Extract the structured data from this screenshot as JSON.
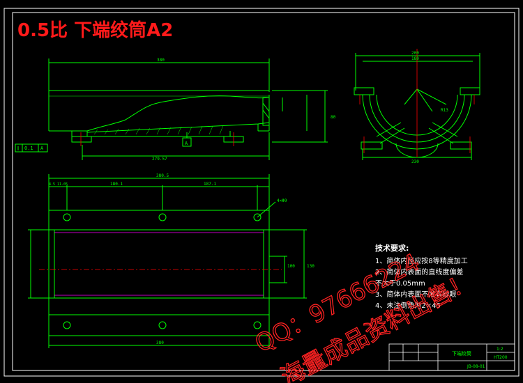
{
  "drawing": {
    "title": "0.5比 下端绞筒A2",
    "colors": {
      "background": "#000000",
      "outline": "#00ff00",
      "frame": "#ffffff",
      "center_line": "#ff0000",
      "hidden_line": "#ff00ff",
      "title_red": "#ff1a1a",
      "watermark": "#ff2222"
    }
  },
  "technical_requirements": {
    "heading": "技术要求:",
    "items": [
      "1、简体内径应按8等精度加工",
      "2、简体内表面的直线度偏差",
      "    不大于0.05mm",
      "3、简体内表面不准有砂眼",
      "4、未注倒角为2×45"
    ]
  },
  "watermark": {
    "line1": "QQ：97666224",
    "line2": "海量成品资料出售！"
  },
  "datum": {
    "tolerance_value": "0.1",
    "datum_letter": "A"
  },
  "title_block": {
    "part_name": "下端绞筒",
    "scale": "1:2",
    "material": "HT200",
    "drawing_number": "JB-08-01"
  },
  "dimensions": {
    "top_overall": "380",
    "right_height": "80",
    "bottom_left": "279.57",
    "right_view_width": "200",
    "right_view_inner": "180",
    "right_view_base": "230",
    "plan_overall": "380.5",
    "plan_seg1": "180.1",
    "plan_seg2": "187.1",
    "plan_offsets": "4.5 11.05",
    "plan_bottom": "380",
    "plan_height": "130",
    "plan_height2": "100",
    "hole_note": "4×Φ9",
    "radius_note": "R13"
  }
}
